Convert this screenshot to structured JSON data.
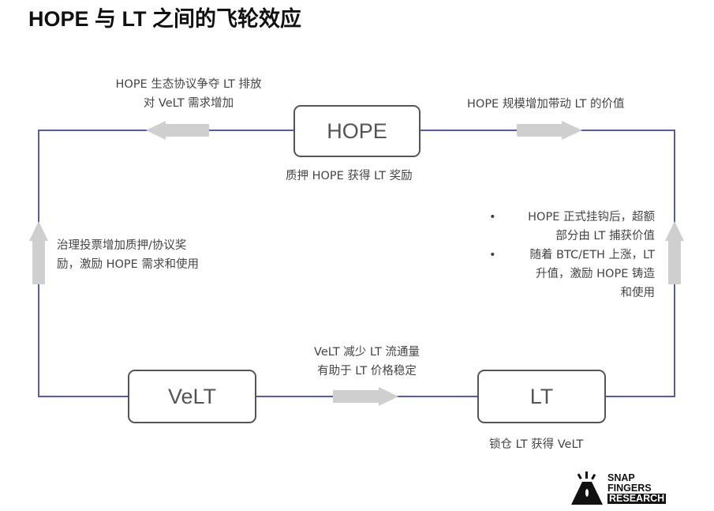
{
  "title": "HOPE 与 LT 之间的飞轮效应",
  "nodes": {
    "hope": "HOPE",
    "velt": "VeLT",
    "lt": "LT"
  },
  "labels": {
    "top_left": [
      "HOPE 生态协议争夺 LT 排放",
      "对 VeLT 需求增加"
    ],
    "top_right": "HOPE 规模增加带动 LT 的价值",
    "below_hope": "质押 HOPE 获得 LT 奖励",
    "left": [
      "治理投票增加质押/协议奖",
      "励，激励 HOPE 需求和使用"
    ],
    "right_bullets": [
      [
        "HOPE 正式挂钩后，超额",
        "部分由 LT 捕获价值"
      ],
      [
        "随着 BTC/ETH 上涨，LT",
        "升值，激励 HOPE 铸造",
        "和使用"
      ]
    ],
    "bottom_middle": [
      "VeLT 减少 LT 流通量",
      "有助于 LT 价格稳定"
    ],
    "below_lt": "锁仓 LT 获得 VeLT"
  },
  "logo": {
    "line1": "SNAP",
    "line2": "FINGERS",
    "line3": "RESEARCH"
  },
  "colors": {
    "loop": "#5a5ca3",
    "arrow": "#cfcfcf"
  }
}
